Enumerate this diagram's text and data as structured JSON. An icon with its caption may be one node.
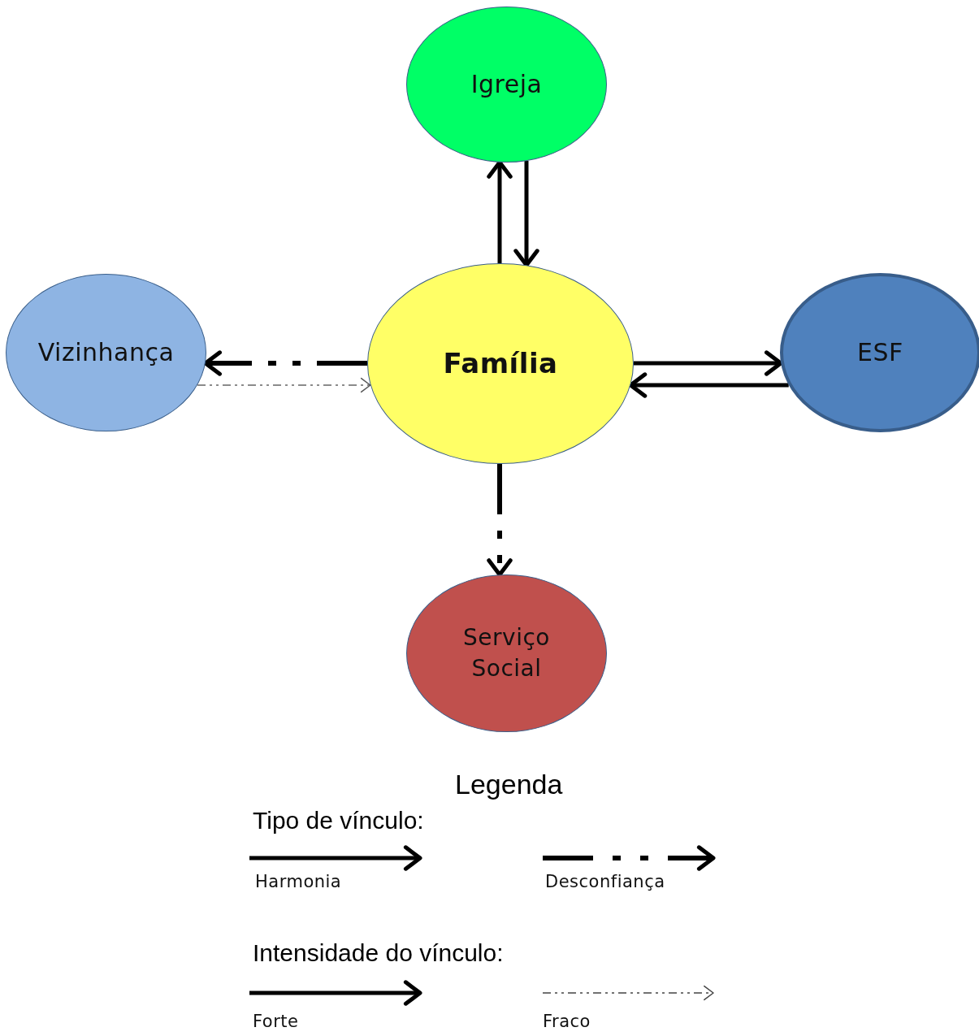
{
  "diagram": {
    "nodes": [
      {
        "text": [
          "Igreja"
        ]
      },
      {
        "text": [
          "Vizinhança"
        ]
      },
      {
        "text": [
          "Família"
        ]
      },
      {
        "text": [
          "ESF"
        ]
      },
      {
        "text": [
          "Serviço Social"
        ]
      }
    ],
    "edges": [
      {
        "from": 2,
        "to": 0,
        "arrow": "to"
      },
      {
        "from": 0,
        "to": 2,
        "arrow": "to"
      },
      {
        "from": 2,
        "to": 1,
        "arrow": "to",
        "style": "dashed"
      },
      {
        "from": 1,
        "to": 2,
        "arrow": "to",
        "style": "dashed",
        "color": "#666666"
      },
      {
        "from": 2,
        "to": 3,
        "arrow": "to"
      },
      {
        "from": 3,
        "to": 2,
        "arrow": "to"
      },
      {
        "from": 2,
        "to": 4,
        "arrow": "to",
        "style": "dashed"
      }
    ],
    "labels": [
      "Legenda",
      "Tipo de vínculo:",
      "Intensidade do vínculo:"
    ],
    "legend": [
      {
        "text": "Harmonia"
      },
      {
        "text": "Desconfiança"
      },
      {
        "text": "Forte"
      },
      {
        "text": "Fraco"
      }
    ]
  }
}
